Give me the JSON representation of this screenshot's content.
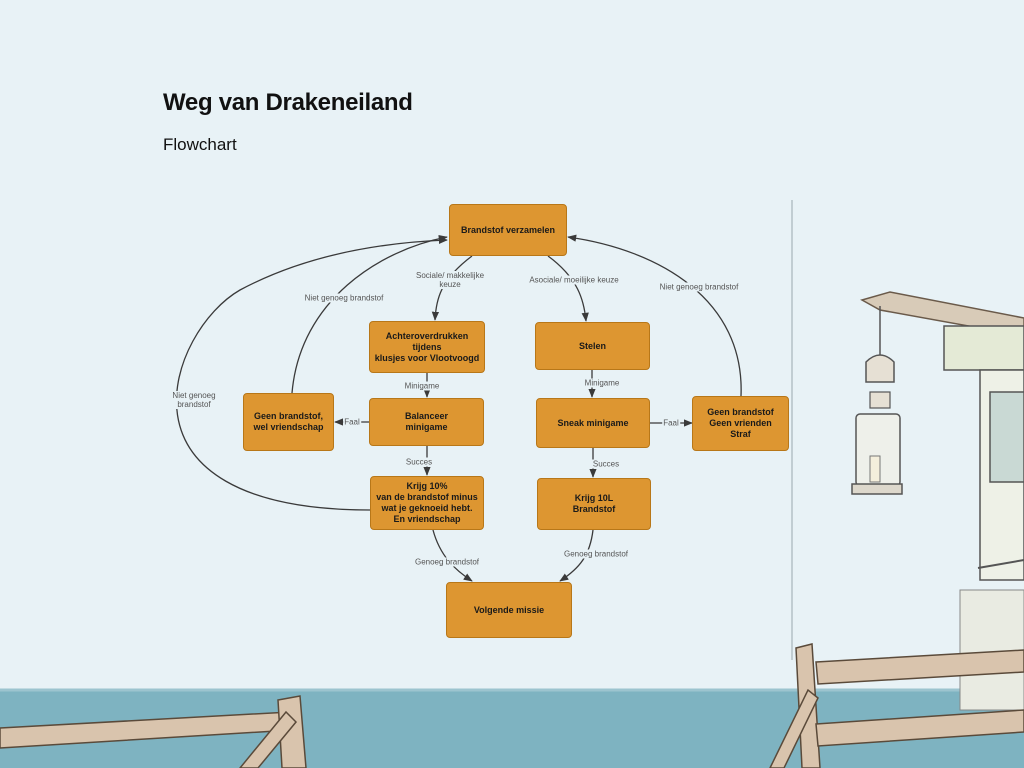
{
  "slide": {
    "title": "Weg van Drakeneiland",
    "subtitle": "Flowchart"
  },
  "nodes": {
    "brandstof": "Brandstof verzamelen",
    "achter": "Achteroverdrukken tijdens\nklusjes voor Vlootvoogd",
    "stelen": "Stelen",
    "geen_brandstof": "Geen brandstof,\nwel vriendschap",
    "balanceer": "Balanceer\nminigame",
    "sneak": "Sneak minigame",
    "geen_vrienden": "Geen brandstof\nGeen vrienden\nStraf",
    "krijg10": "Krijg 10%\nvan de brandstof minus\nwat je geknoeid hebt.\nEn vriendschap",
    "krijg10l": "Krijg 10L\nBrandstof",
    "volgende": "Volgende missie"
  },
  "edge_labels": {
    "sociale": "Sociale/ makkelijke\nkeuze",
    "asociale": "Asociale/ moeilijke keuze",
    "niet_genoeg_left": "Niet genoeg brandstof",
    "niet_genoeg_right": "Niet genoeg brandstof",
    "niet_genoeg_outer": "Niet genoeg\nbrandstof",
    "minigame_left": "Minigame",
    "minigame_right": "Minigame",
    "faal_left": "Faal",
    "faal_right": "Faal",
    "succes_left": "Succes",
    "succes_right": "Succes",
    "genoeg_left": "Genoeg brandstof",
    "genoeg_right": "Genoeg brandstof"
  },
  "colors": {
    "node_fill": "#dd9631",
    "node_border": "#b87718",
    "connector": "#3a3a3a",
    "sky": "#e8f2f6",
    "sea": "#7eb3c1"
  }
}
